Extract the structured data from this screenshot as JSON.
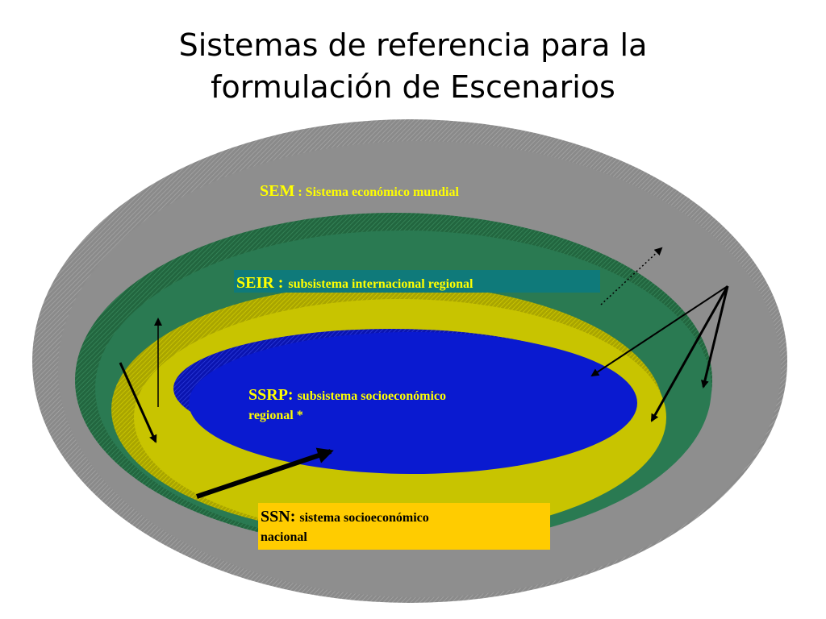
{
  "title": {
    "line1": "Sistemas de referencia para la",
    "line2": "formulación de Escenarios"
  },
  "diagram": {
    "systems": [
      {
        "id": "SEM",
        "acronym": "SEM",
        "separator": " : ",
        "description": "Sistema económico mundial",
        "color": "#8c8c8c"
      },
      {
        "id": "SEIR",
        "acronym": "SEIR :",
        "description": "subsistema internacional regional",
        "color": "#2a7a52"
      },
      {
        "id": "SSRP",
        "acronym": "SSRP:",
        "description_line1": "subsistema socioeconómico",
        "description_line2": "regional *",
        "color": "#0a1ad0"
      },
      {
        "id": "SSN",
        "acronym": "SSN:",
        "description_line1": "sistema socioeconómico",
        "description_line2": "nacional",
        "color": "#c8c400"
      }
    ],
    "label_colors": {
      "SEM_text": "#ffff00",
      "SEIR_text": "#ffff00",
      "SEIR_box": "#0f7a7a",
      "SSRP_text": "#ffff00",
      "SSN_text": "#000000",
      "SSN_box": "#ffcc00"
    }
  }
}
